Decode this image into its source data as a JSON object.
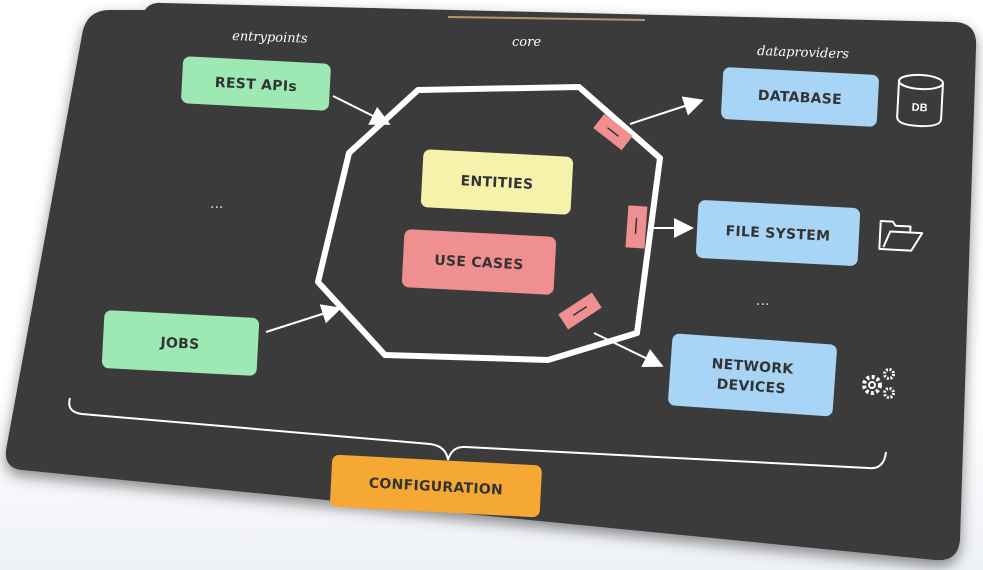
{
  "headers": {
    "entrypoints": "entrypoints",
    "core": "core",
    "dataproviders": "dataproviders"
  },
  "entrypoints": {
    "rest": "REST APIs",
    "ellipsis": "...",
    "jobs": "JOBS"
  },
  "core": {
    "entities": "ENTITIES",
    "use_cases": "USE CASES"
  },
  "dataproviders": {
    "database": "DATABASE",
    "file_system": "FILE SYSTEM",
    "ellipsis": "...",
    "network_line1": "NETWORK",
    "network_line2": "DEVICES"
  },
  "icons": {
    "db_label": "DB",
    "db": "database-cylinder-icon",
    "folder": "folder-open-icon",
    "gears": "gears-icon"
  },
  "configuration": "CONFIGURATION",
  "colors": {
    "board": "#3b3b3b",
    "green": "#9ee8b4",
    "blue": "#a8d4f5",
    "yellow": "#f6f2ac",
    "red": "#f08f8f",
    "orange": "#f5a833",
    "line": "#ffffff"
  }
}
